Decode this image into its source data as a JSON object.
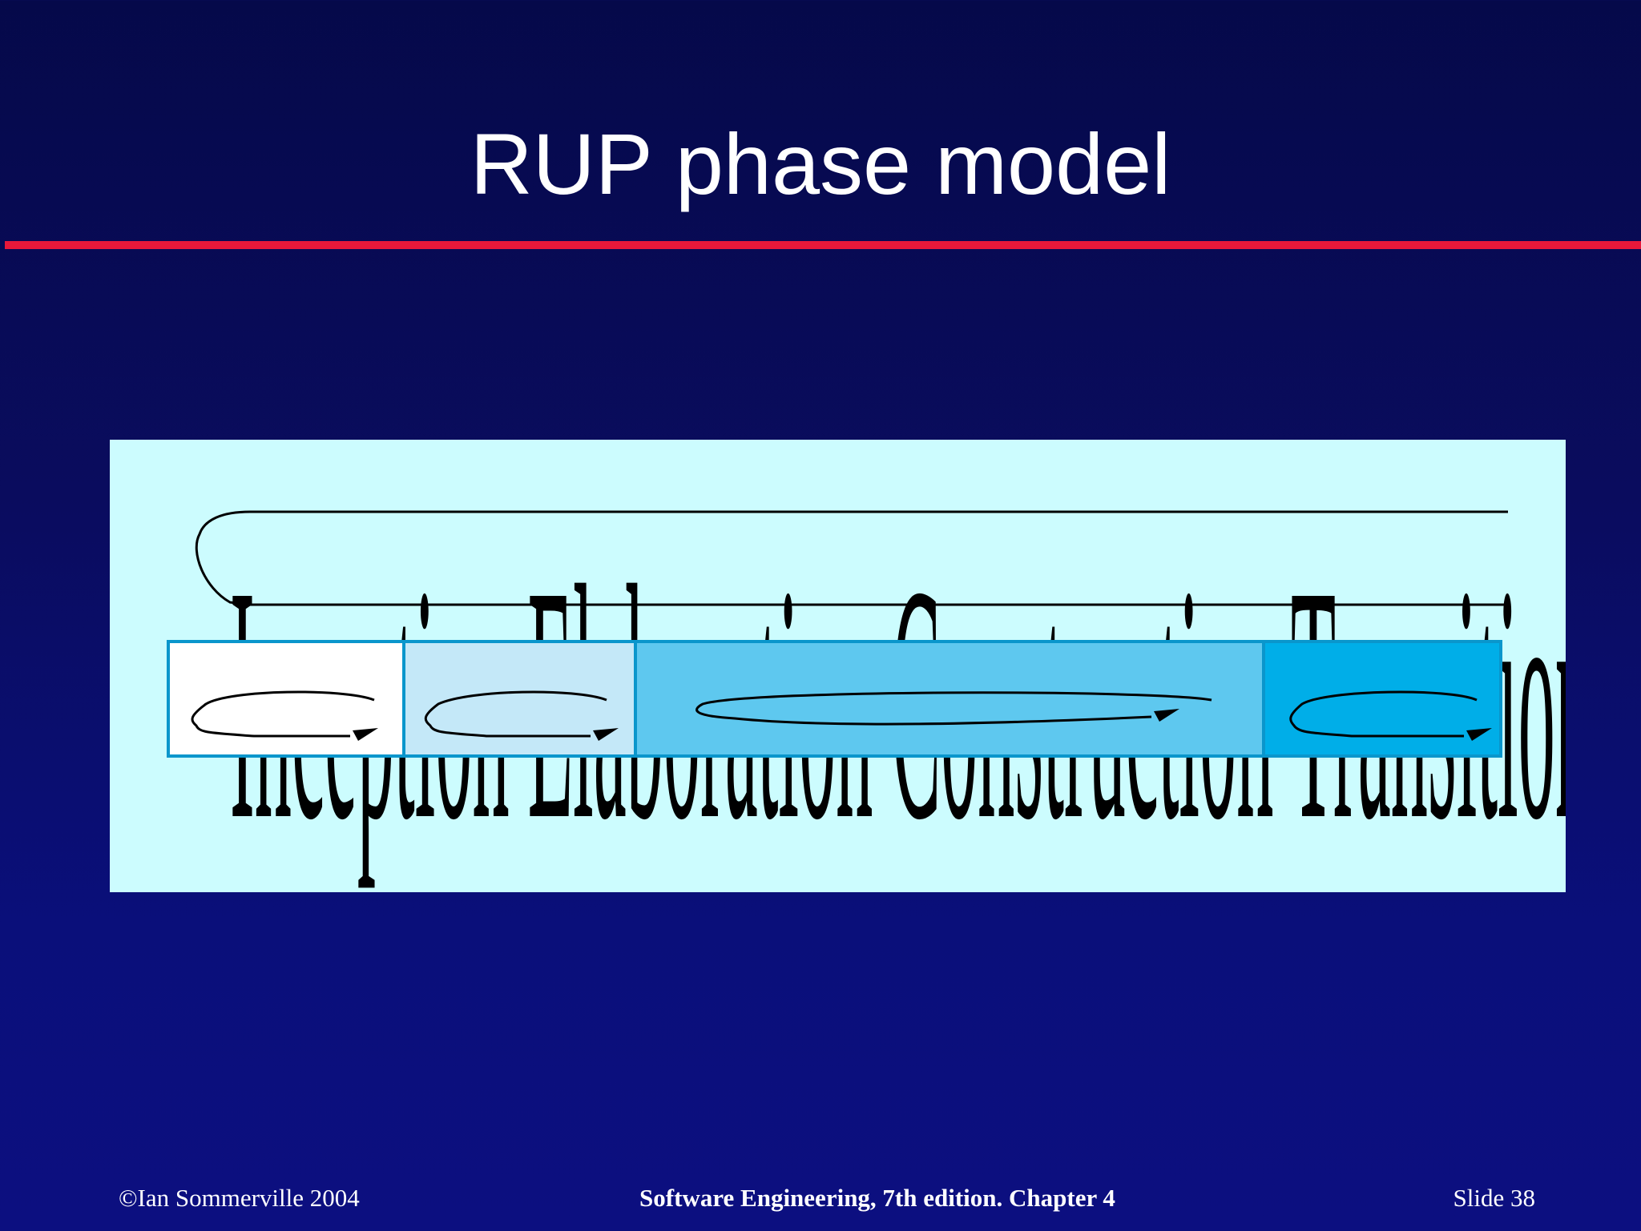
{
  "slide": {
    "title": "RUP phase model"
  },
  "diagram": {
    "overlay_text": "Inception Elaboration Construction Transition",
    "phase_fills": [
      "#ffffff",
      "#c4e8f8",
      "#5ec8ef",
      "#00aee8"
    ],
    "phase_border": "#0a96cc",
    "panel_background": "#ccfcfe"
  },
  "footer": {
    "copyright": "©Ian Sommerville 2004",
    "book": "Software Engineering, 7th edition. Chapter 4",
    "slide_label": "Slide  38"
  }
}
